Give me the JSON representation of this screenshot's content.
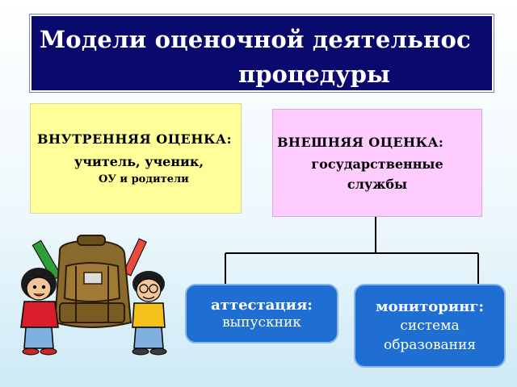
{
  "title": {
    "line1": "Модели оценочной деятельнос",
    "line2": "процедуры"
  },
  "internal": {
    "heading": "ВНУТРЕННЯЯ ОЦЕНКА:",
    "line2": "учитель, ученик,",
    "line3": "ОУ и родители"
  },
  "external": {
    "heading": "ВНЕШНЯЯ ОЦЕНКА:",
    "line2": "государственные",
    "line3": "службы"
  },
  "attestation": {
    "bold": "аттестация:",
    "text": "выпускник"
  },
  "monitoring": {
    "bold": "мониторинг:",
    "line2": "система",
    "line3": "образования"
  },
  "colors": {
    "title_bg": "#0a0a6e",
    "internal_bg": "#ffff99",
    "external_bg": "#ffccff",
    "pill_bg": "#1f6fd2"
  }
}
